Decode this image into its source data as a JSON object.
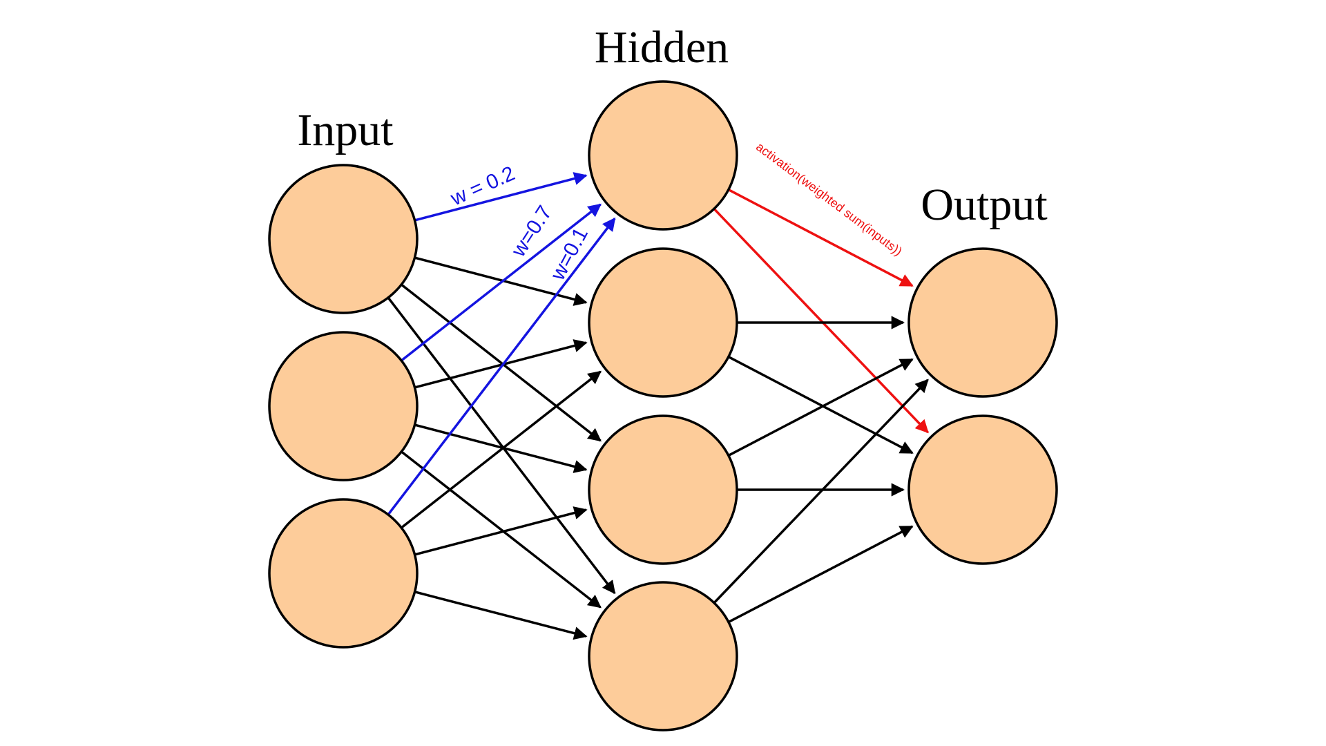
{
  "layers": {
    "input": {
      "title": "Input",
      "node_count": 3
    },
    "hidden": {
      "title": "Hidden",
      "node_count": 4
    },
    "output": {
      "title": "Output",
      "node_count": 2
    }
  },
  "weights": {
    "w1": "w = 0.2",
    "w2": "w=0.7",
    "w3": "w=0.1"
  },
  "activation_label": "activation(weighted sum(inputs))",
  "colors": {
    "node_fill": "#fdcc9a",
    "node_stroke": "#000000",
    "edge_default": "#000000",
    "edge_weight": "#1414e0",
    "edge_activation": "#ee1111"
  }
}
